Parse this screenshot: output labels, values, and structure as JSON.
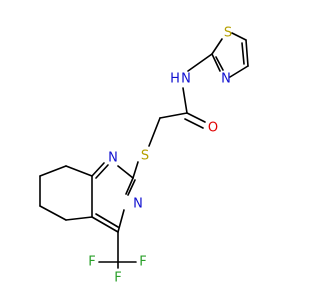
{
  "molecule": {
    "atoms": {
      "S_thiazole": "S",
      "N_thiazole": "N",
      "N_amide": "N",
      "H_amide": "H",
      "O_carbonyl": "O",
      "S_thioether": "S",
      "N1_pyrimidine": "N",
      "N3_pyrimidine": "N",
      "F1": "F",
      "F2": "F",
      "F3": "F"
    },
    "colors": {
      "bond": "#000000",
      "sulfur": "#b5a000",
      "nitrogen": "#1010d0",
      "oxygen": "#e00000",
      "fluorine": "#2aa02a"
    }
  }
}
